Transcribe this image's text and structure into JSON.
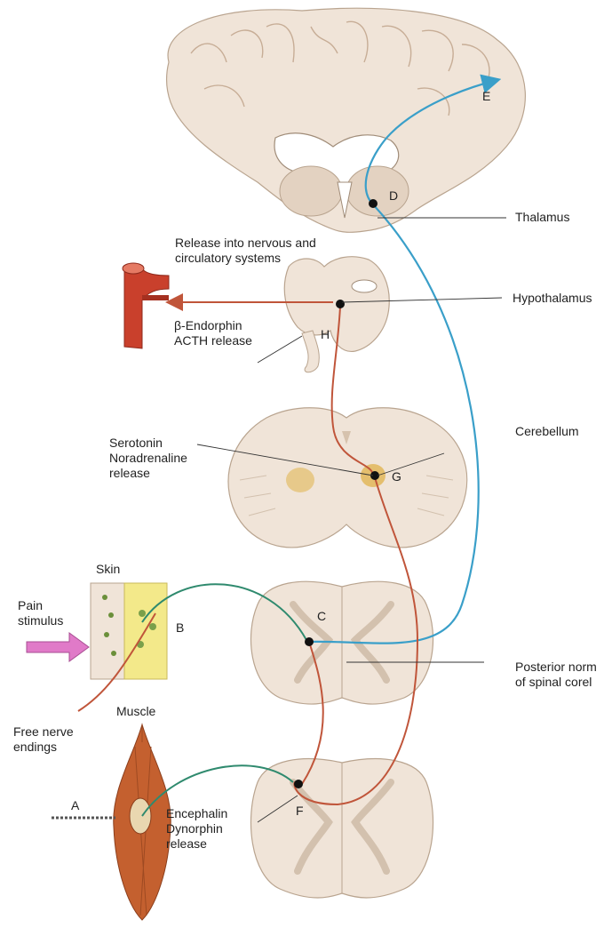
{
  "labels": {
    "thalamus": "Thalamus",
    "hypothalamus": "Hypothalamus",
    "cerebellum": "Cerebellum",
    "release_into": "Release into nervous and circulatory systems",
    "endorphin": "β-Endorphin ACTH release",
    "serotonin": "Serotonin Noradrenaline release",
    "skin": "Skin",
    "pain_stimulus": "Pain stimulus",
    "free_nerve": "Free nerve endings",
    "muscle": "Muscle",
    "posterior": "Posterior norm of spinal corel",
    "encephalin": "Encephalin Dynorphin release"
  },
  "letters": {
    "a": "A",
    "b": "B",
    "c": "C",
    "d": "D",
    "e": "E",
    "f": "F",
    "g": "G",
    "h": "H"
  },
  "colors": {
    "tissue": "#f0e4d8",
    "tissue_shade": "#e3d2c1",
    "tissue_outline": "#b9a48f",
    "ascending_pathway": "#3a9fc9",
    "descending_pathway": "#c0553a",
    "afferent_fiber": "#2f8a6e",
    "vessel": "#c9402c",
    "muscle": "#c4602f",
    "skin_layer": "#f3e98a",
    "pain_arrow": "#e07ac8",
    "nucleus": "#e0b24a"
  }
}
